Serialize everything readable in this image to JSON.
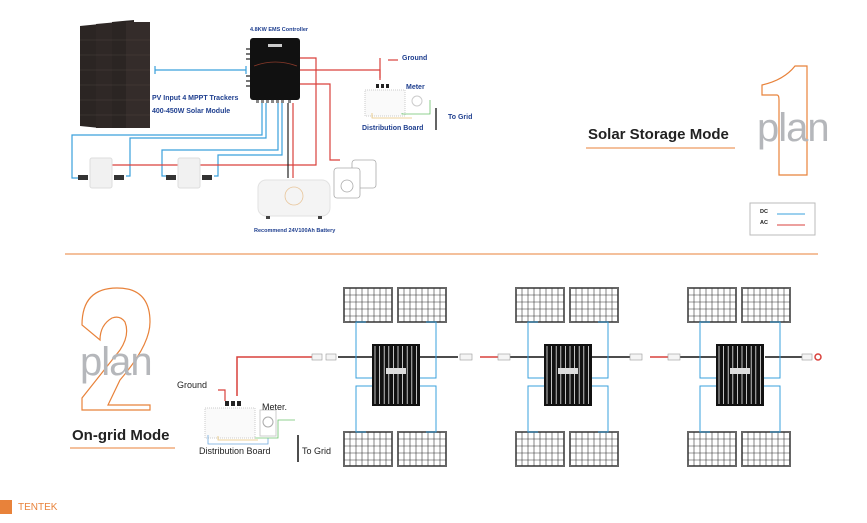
{
  "plan1": {
    "number": "1",
    "plan_word": "plan",
    "mode_title": "Solar Storage Mode",
    "labels": {
      "controller": "4.8KW EMS Controller",
      "pv_line1": "PV Input 4 MPPT Trackers",
      "pv_line2": "400-450W Solar Module",
      "ground": "Ground",
      "meter": "Meter",
      "distribution_board": "Distribution Board",
      "to_grid": "To Grid",
      "battery": "Recommend 24V100Ah Battery"
    },
    "legend": [
      {
        "label": "DC",
        "color": "#3aa0dc"
      },
      {
        "label": "AC",
        "color": "#d9413c"
      }
    ]
  },
  "plan2": {
    "number": "2",
    "plan_word": "plan",
    "mode_title": "On-grid Mode",
    "labels": {
      "ground": "Ground",
      "meter": "Meter.",
      "distribution_board": "Distribution Board",
      "to_grid": "To Grid"
    }
  },
  "footer": {
    "brand": "TENTEK"
  },
  "colors": {
    "accent": "#e8823a",
    "dc": "#3aa0dc",
    "ac": "#d9413c",
    "label": "#1f3f8f"
  }
}
